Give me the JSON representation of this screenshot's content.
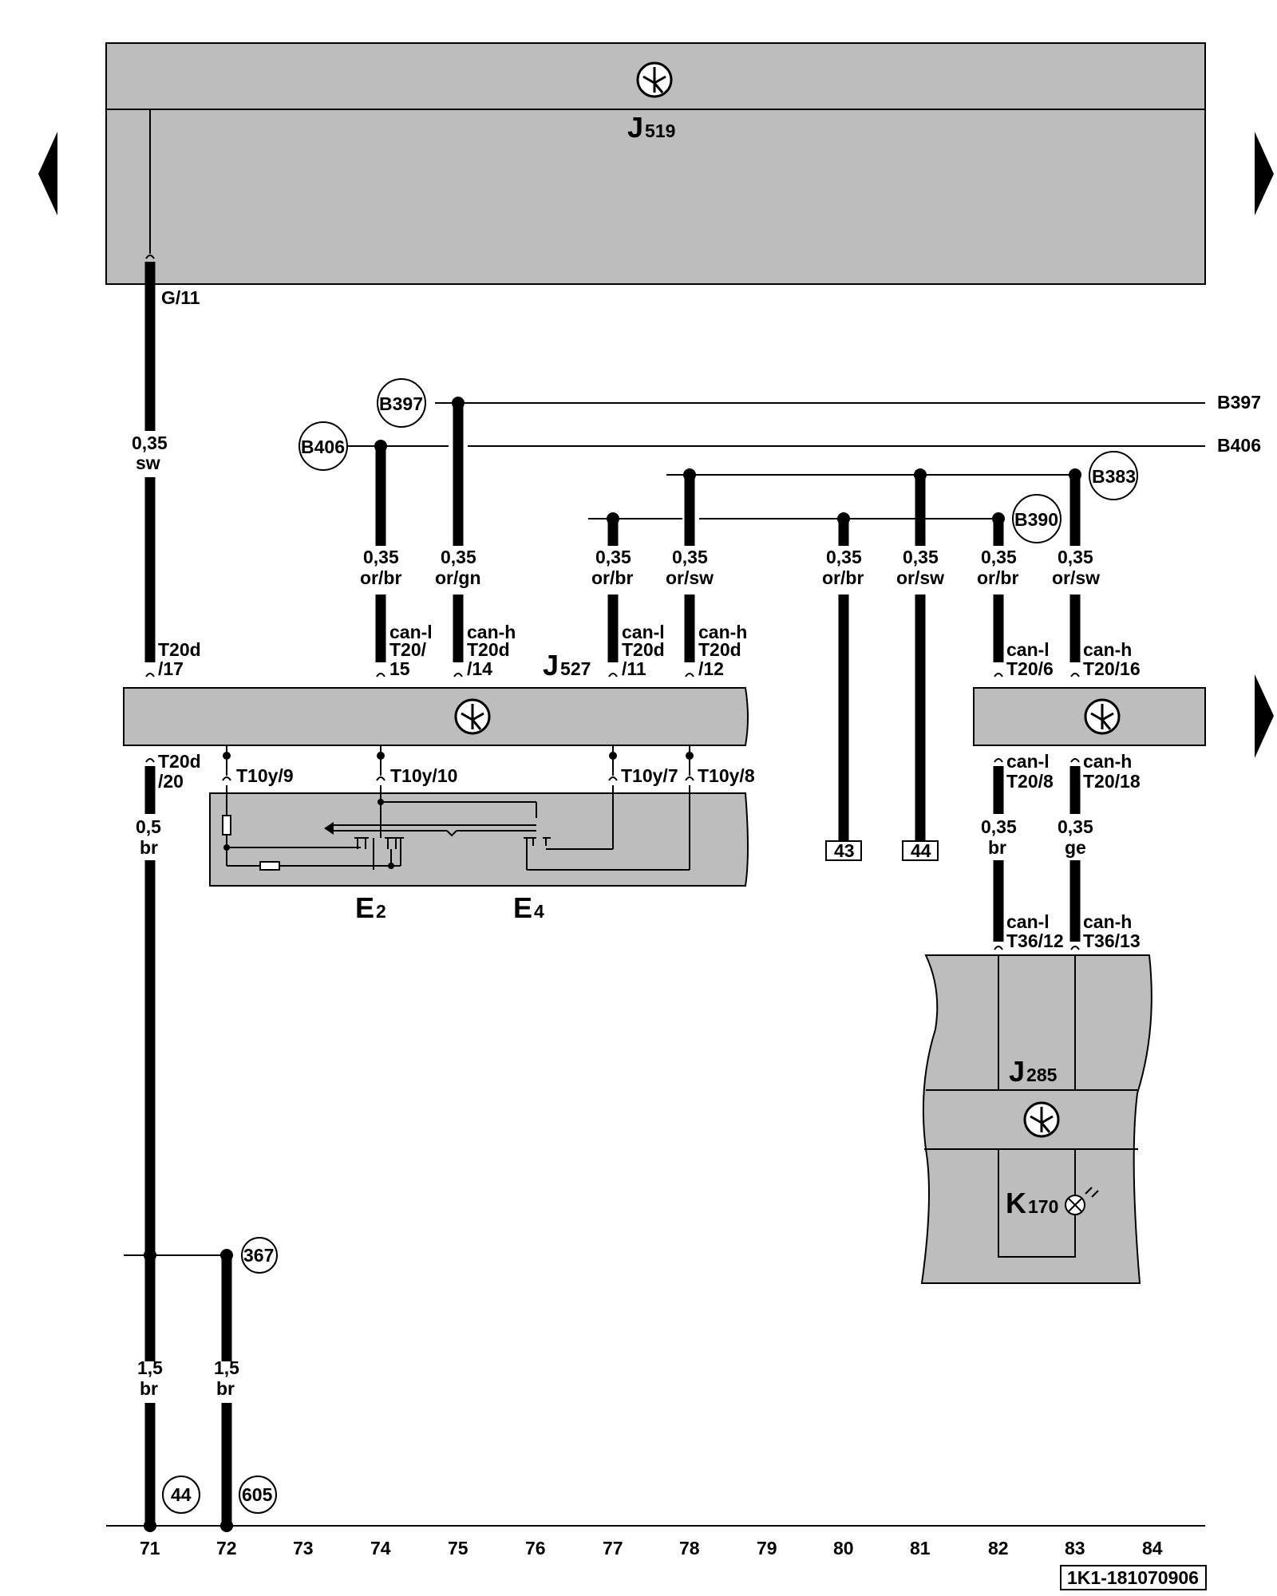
{
  "components": {
    "j519": {
      "letter": "J",
      "num": "519"
    },
    "j527": {
      "letter": "J",
      "num": "527"
    },
    "j285": {
      "letter": "J",
      "num": "285"
    },
    "e2": {
      "letter": "E",
      "num": "2"
    },
    "e4": {
      "letter": "E",
      "num": "4"
    },
    "k170": {
      "letter": "K",
      "num": "170"
    }
  },
  "bus": {
    "b397": "B397",
    "b406": "B406",
    "b383": "B383",
    "b390": "B390"
  },
  "pins": {
    "g11": "G/11",
    "t20d17": [
      "T20d",
      "/17"
    ],
    "t20_15": [
      "can-l",
      "T20/",
      "15"
    ],
    "t20d14": [
      "can-h",
      "T20d",
      "/14"
    ],
    "t20d11": [
      "can-l",
      "T20d",
      "/11"
    ],
    "t20d12": [
      "can-h",
      "T20d",
      "/12"
    ],
    "t20_6": [
      "can-l",
      "T20/6"
    ],
    "t20_16": [
      "can-h",
      "T20/16"
    ],
    "t20d20": [
      "T20d",
      "/20"
    ],
    "t10y9": "T10y/9",
    "t10y10": "T10y/10",
    "t10y7": "T10y/7",
    "t10y8": "T10y/8",
    "t20_8": [
      "can-l",
      "T20/8"
    ],
    "t20_18": [
      "can-h",
      "T20/18"
    ],
    "t36_12": [
      "can-l",
      "T36/12"
    ],
    "t36_13": [
      "can-h",
      "T36/13"
    ]
  },
  "wires": {
    "w71a": [
      "0,35",
      "sw"
    ],
    "w74": [
      "0,35",
      "or/br"
    ],
    "w75": [
      "0,35",
      "or/gn"
    ],
    "w77": [
      "0,35",
      "or/br"
    ],
    "w78": [
      "0,35",
      "or/sw"
    ],
    "w80": [
      "0,35",
      "or/br"
    ],
    "w81": [
      "0,35",
      "or/sw"
    ],
    "w82": [
      "0,35",
      "or/br"
    ],
    "w83": [
      "0,35",
      "or/sw"
    ],
    "w71b": [
      "0,5",
      "br"
    ],
    "w82b": [
      "0,35",
      "br"
    ],
    "w83b": [
      "0,35",
      "ge"
    ],
    "w71c": [
      "1,5",
      "br"
    ],
    "w72": [
      "1,5",
      "br"
    ]
  },
  "refs": {
    "r43": "43",
    "r44box": "44",
    "r367": "367",
    "r44": "44",
    "r605": "605"
  },
  "columns": [
    "71",
    "72",
    "73",
    "74",
    "75",
    "76",
    "77",
    "78",
    "79",
    "80",
    "81",
    "82",
    "83",
    "84"
  ],
  "diagram_id": "1K1-181070906"
}
